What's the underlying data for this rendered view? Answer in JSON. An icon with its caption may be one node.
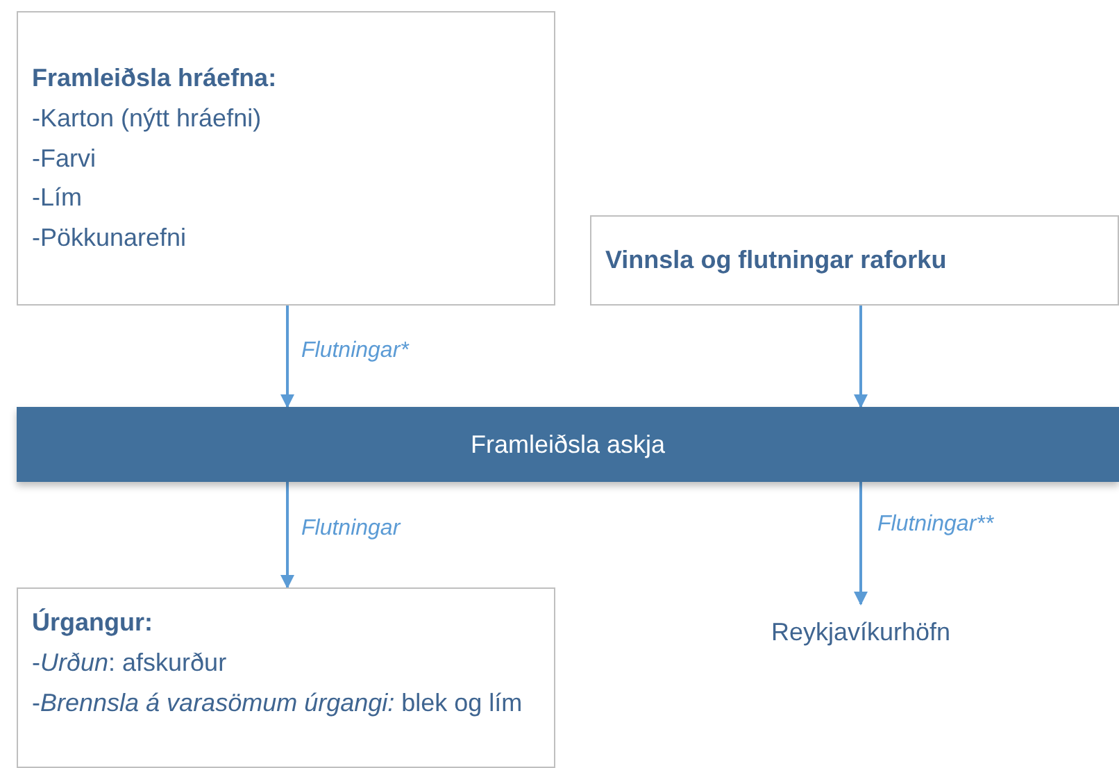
{
  "diagram": {
    "nodes": [
      {
        "text": [
          "Framleiðsla hráefna:",
          "-Karton (nýtt hráefni)",
          "-Farvi",
          "-Lím",
          "-Pökkunarefni"
        ]
      },
      {
        "text": [
          "Vinnsla og flutningar raforku"
        ]
      },
      {
        "text": [
          "Framleiðsla askja"
        ]
      },
      {
        "text": [
          "Úrgangur:",
          "-*Urðun*: afskurður",
          "-*Brennsla á varasömum úrgangi:* blek og lím"
        ]
      },
      {
        "text": [
          "Reykjavíkurhöfn"
        ]
      }
    ],
    "edges": [
      {
        "from": 0,
        "to": 2,
        "arrow": "to",
        "label": "Flutningar*"
      },
      {
        "from": 1,
        "to": 2,
        "arrow": "to"
      },
      {
        "from": 2,
        "to": 3,
        "arrow": "to",
        "label": "Flutningar"
      },
      {
        "from": 2,
        "to": 4,
        "arrow": "to",
        "label": "Flutningar**"
      }
    ]
  }
}
